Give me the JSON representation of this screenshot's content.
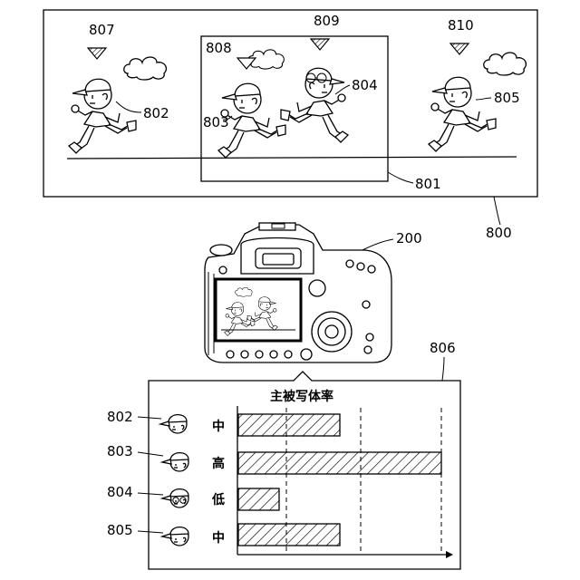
{
  "scene": {
    "refs": {
      "scene_frame": "800",
      "subject_frame": "801",
      "person_left": "802",
      "person_mid": "803",
      "person_glasses": "804",
      "person_right": "805",
      "marker_left": "807",
      "marker_mid": "808",
      "marker_glasses": "809",
      "marker_right": "810"
    }
  },
  "camera": {
    "ref": "200"
  },
  "panel": {
    "ref": "806",
    "title": "主被写体率",
    "rows": [
      {
        "ref": "802",
        "level": "中",
        "ratio": 0.5
      },
      {
        "ref": "803",
        "level": "高",
        "ratio": 1.0
      },
      {
        "ref": "804",
        "level": "低",
        "ratio": 0.2
      },
      {
        "ref": "805",
        "level": "中",
        "ratio": 0.5
      }
    ]
  }
}
